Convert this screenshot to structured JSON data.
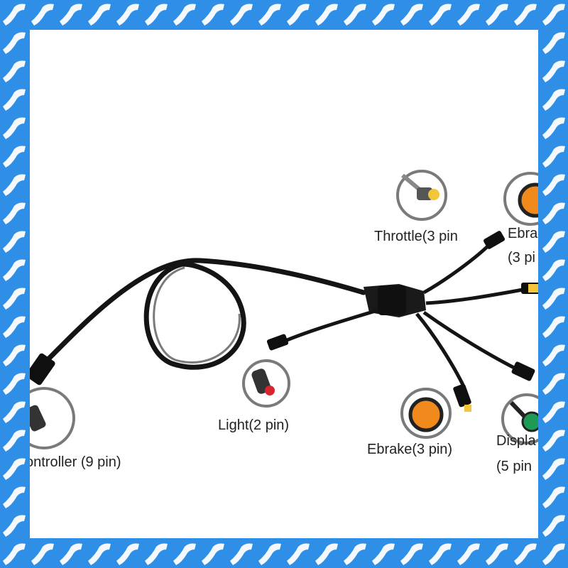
{
  "labels": {
    "throttle": "Throttle(3 pin",
    "ebrake_top_line1": "Ebra",
    "ebrake_top_line2": "(3 pi",
    "light": "Light(2 pin)",
    "ebrake_bottom": "Ebrake(3 pin)",
    "display_line1": "Displa",
    "display_line2": "(5 pin",
    "controller": "ontroller (9 pin)"
  },
  "colors": {
    "border": "#2f8fe6",
    "border_stripe": "#ffffff",
    "cable": "#141414",
    "connector_orange": "#f08a1c",
    "connector_red": "#d8252f",
    "connector_yellow": "#f2c53a",
    "connector_green": "#1f9a55",
    "ring": "#7a7a7a"
  },
  "icons": [
    "wire-harness-cable",
    "throttle-connector-icon",
    "ebrake-connector-icon",
    "light-connector-icon",
    "display-connector-icon",
    "controller-connector-icon"
  ]
}
